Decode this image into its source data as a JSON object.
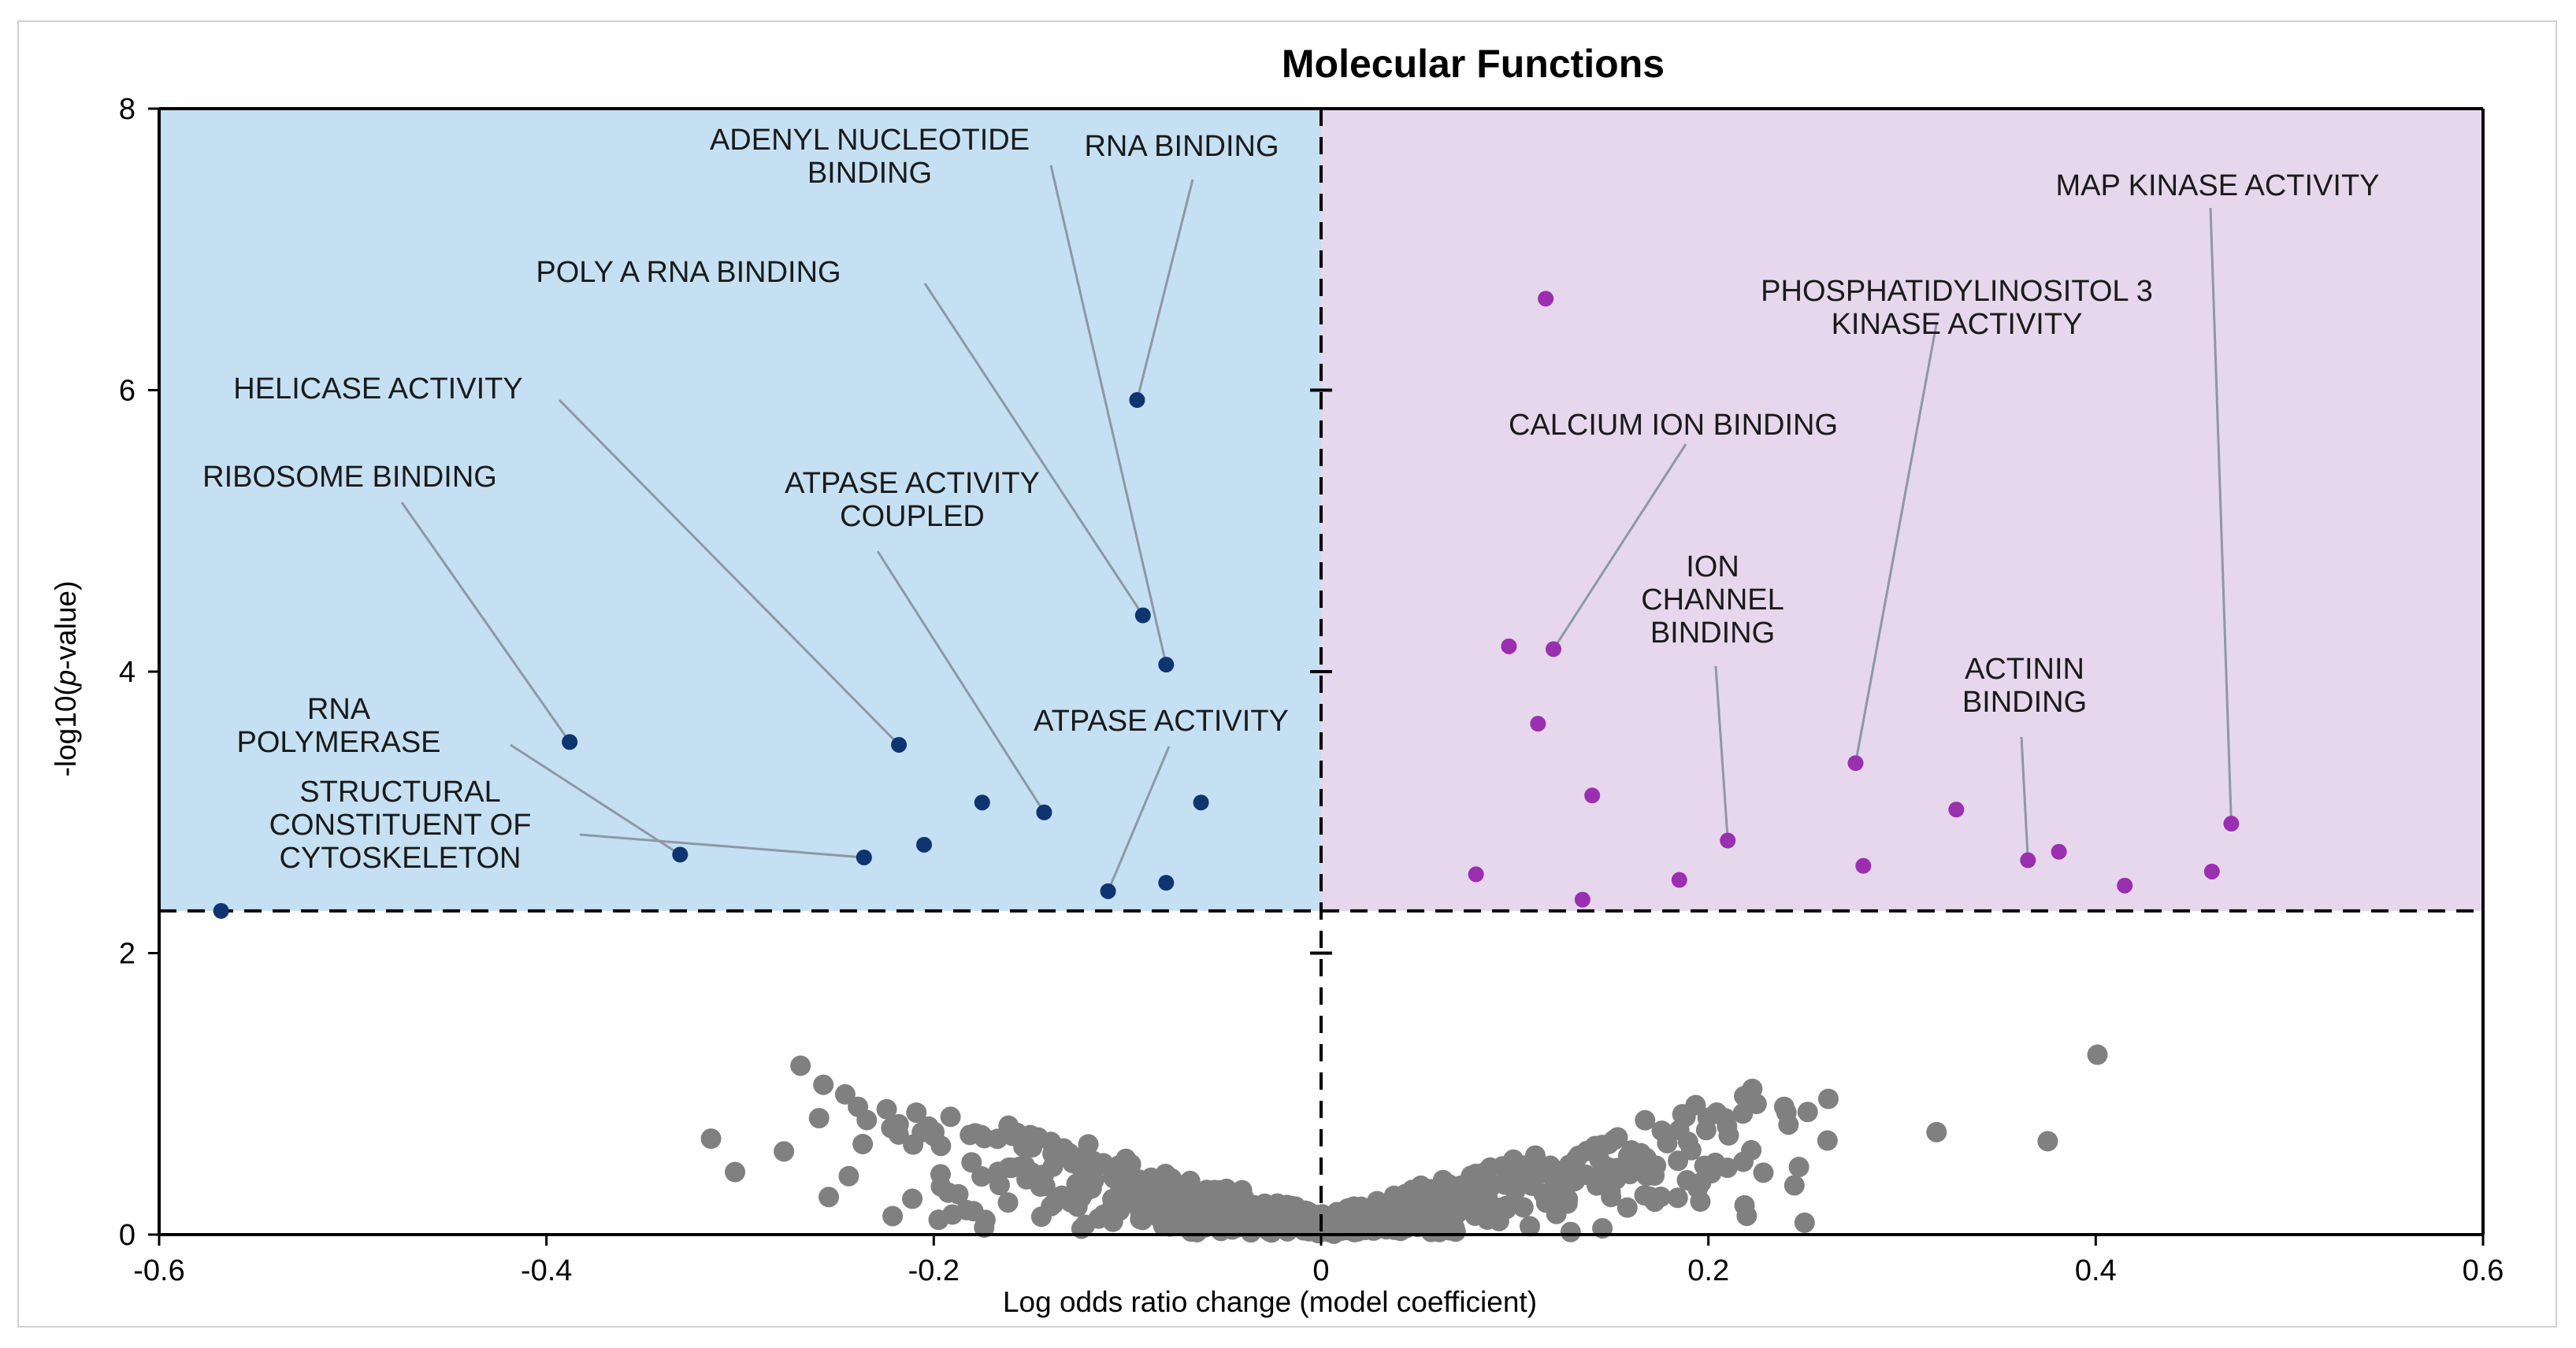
{
  "chart_data": {
    "type": "scatter",
    "title": "Molecular Functions",
    "xlabel": "Log odds ratio change (model coefficient)",
    "ylabel_pre": "-log10(",
    "ylabel_italic": "p",
    "ylabel_post": "-value)",
    "xlim": [
      -0.6,
      0.6
    ],
    "ylim": [
      0,
      8
    ],
    "xticks": [
      "-0.6",
      "-0.4",
      "-0.2",
      "0",
      "0.2",
      "0.4",
      "0.6"
    ],
    "xtick_values": [
      -0.6,
      -0.4,
      -0.2,
      0,
      0.2,
      0.4,
      0.6
    ],
    "yticks": [
      "0",
      "2",
      "4",
      "6",
      "8"
    ],
    "ytick_values": [
      0,
      2,
      4,
      6,
      8
    ],
    "threshold_y": 2.3,
    "threshold_x": 0,
    "colors": {
      "negative_region": "#c5e0f3",
      "positive_region": "#e6d7ec",
      "negative_points": "#0f3570",
      "positive_points": "#9a2fb0",
      "nonsignificant_points": "#808080",
      "leader_lines": "#8c98a6"
    },
    "series": [
      {
        "key": "down",
        "points": [
          [
            -0.568,
            2.3
          ],
          [
            -0.388,
            3.5
          ],
          [
            -0.331,
            2.7
          ],
          [
            -0.236,
            2.68
          ],
          [
            -0.218,
            3.48
          ],
          [
            -0.205,
            2.77
          ],
          [
            -0.175,
            3.07
          ],
          [
            -0.143,
            3.0
          ],
          [
            -0.11,
            2.44
          ],
          [
            -0.095,
            5.93
          ],
          [
            -0.092,
            4.4
          ],
          [
            -0.08,
            4.05
          ],
          [
            -0.08,
            2.5
          ],
          [
            -0.062,
            3.07
          ]
        ]
      },
      {
        "key": "up",
        "points": [
          [
            0.08,
            2.56
          ],
          [
            0.097,
            4.18
          ],
          [
            0.112,
            3.63
          ],
          [
            0.116,
            6.65
          ],
          [
            0.12,
            4.16
          ],
          [
            0.135,
            2.38
          ],
          [
            0.14,
            3.12
          ],
          [
            0.185,
            2.52
          ],
          [
            0.21,
            2.8
          ],
          [
            0.276,
            3.35
          ],
          [
            0.28,
            2.62
          ],
          [
            0.328,
            3.02
          ],
          [
            0.365,
            2.66
          ],
          [
            0.381,
            2.72
          ],
          [
            0.415,
            2.48
          ],
          [
            0.46,
            2.58
          ],
          [
            0.47,
            2.92
          ]
        ]
      }
    ],
    "annotations": [
      {
        "lines": [
          "ADENYL NUCLEOTIDE",
          "BINDING"
        ],
        "target": [
          -0.08,
          4.05
        ]
      },
      {
        "lines": [
          "RNA BINDING"
        ],
        "target": [
          -0.095,
          5.93
        ]
      },
      {
        "lines": [
          "POLY A RNA BINDING"
        ],
        "target": [
          -0.092,
          4.4
        ]
      },
      {
        "lines": [
          "HELICASE ACTIVITY"
        ],
        "target": [
          -0.218,
          3.48
        ]
      },
      {
        "lines": [
          "RIBOSOME BINDING"
        ],
        "target": [
          -0.388,
          3.5
        ]
      },
      {
        "lines": [
          "ATPASE ACTIVITY",
          "COUPLED"
        ],
        "target": [
          -0.143,
          3.0
        ]
      },
      {
        "lines": [
          "ATPASE ACTIVITY"
        ],
        "target": [
          -0.11,
          2.44
        ]
      },
      {
        "lines": [
          "RNA",
          "POLYMERASE"
        ],
        "target": [
          -0.331,
          2.7
        ]
      },
      {
        "lines": [
          "STRUCTURAL",
          "CONSTITUENT OF",
          "CYTOSKELETON"
        ],
        "target": [
          -0.236,
          2.68
        ]
      },
      {
        "lines": [
          "MAP KINASE ACTIVITY"
        ],
        "target": [
          0.47,
          2.92
        ]
      },
      {
        "lines": [
          "PHOSPHATIDYLINOSITOL 3",
          "KINASE ACTIVITY"
        ],
        "target": [
          0.276,
          3.35
        ]
      },
      {
        "lines": [
          "CALCIUM ION BINDING"
        ],
        "target": [
          0.12,
          4.16
        ]
      },
      {
        "lines": [
          "ION",
          "CHANNEL",
          "BINDING"
        ],
        "target": [
          0.21,
          2.8
        ]
      },
      {
        "lines": [
          "ACTININ",
          "BINDING"
        ],
        "target": [
          0.365,
          2.66
        ]
      }
    ]
  }
}
